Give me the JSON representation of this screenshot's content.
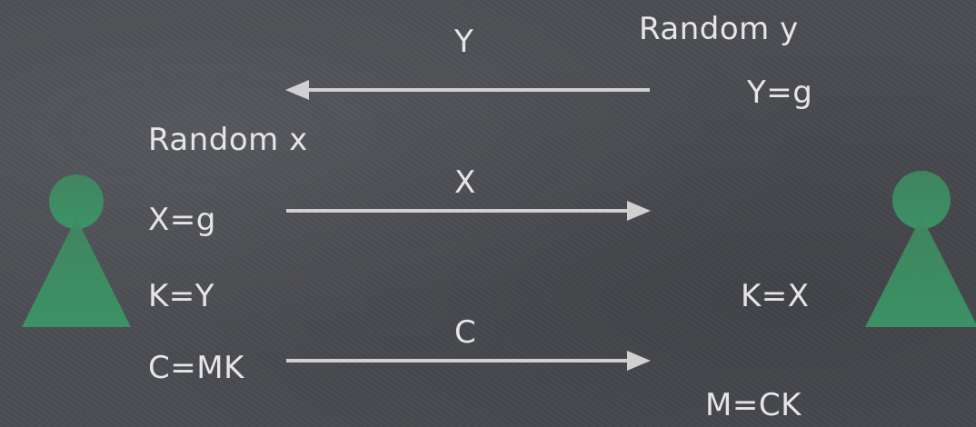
{
  "colors": {
    "background": "#4a4c52",
    "text": "#e6e6e6",
    "arrow": "#d0d0d0",
    "person": "#3d8a5f"
  },
  "left_party": {
    "icon": "person-icon",
    "lines": [
      "Random x",
      "X=g",
      "K=Y",
      "C=MK"
    ]
  },
  "right_party": {
    "icon": "person-icon",
    "lines": [
      "Random y",
      "Y=g",
      "K=X",
      "M=CK"
    ]
  },
  "messages": [
    {
      "label": "Y",
      "direction": "right-to-left"
    },
    {
      "label": "X",
      "direction": "left-to-right"
    },
    {
      "label": "C",
      "direction": "left-to-right"
    }
  ]
}
